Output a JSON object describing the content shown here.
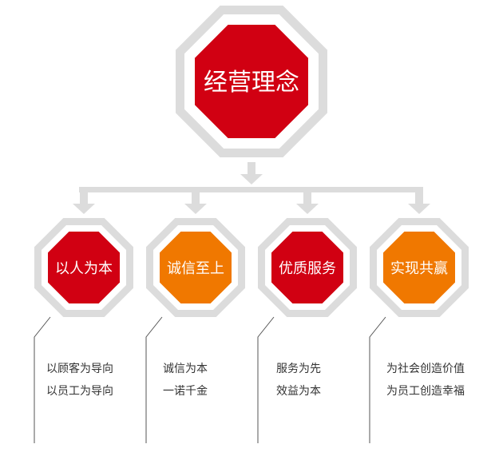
{
  "title": "经营理念",
  "colors": {
    "red": "#d10012",
    "orange": "#f07800",
    "ring": "#dcdcdc",
    "line": "#555555"
  },
  "items": [
    {
      "label": "以人为本",
      "color": "red",
      "lines": [
        "以顾客为导向",
        "以员工为导向"
      ]
    },
    {
      "label": "诚信至上",
      "color": "orange",
      "lines": [
        "诚信为本",
        "一诺千金"
      ]
    },
    {
      "label": "优质服务",
      "color": "red",
      "lines": [
        "服务为先",
        "效益为本"
      ]
    },
    {
      "label": "实现共赢",
      "color": "orange",
      "lines": [
        "为社会创造价值",
        "为员工创造幸福"
      ]
    }
  ]
}
